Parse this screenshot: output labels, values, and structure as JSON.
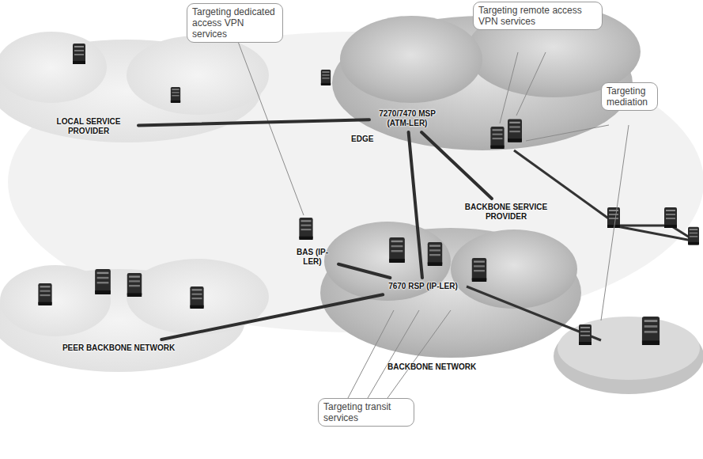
{
  "diagram": {
    "nodes": [
      {
        "text": [
          "LOCAL SERVICE PROVIDER"
        ]
      },
      {
        "text": [
          "7270/7470 MSP (ATM-LER)"
        ]
      },
      {
        "text": [
          "BACKBONE SERVICE PROVIDER"
        ]
      },
      {
        "text": [
          "BAS (IP-LER)"
        ]
      },
      {
        "text": [
          "7670 RSP (IP-LER)"
        ]
      },
      {
        "text": [
          "PEER BACKBONE NETWORK"
        ]
      }
    ],
    "edges": [
      {
        "from": 0,
        "to": 1,
        "arrow": "none"
      },
      {
        "from": 1,
        "to": 2,
        "arrow": "none"
      },
      {
        "from": 1,
        "to": 4,
        "arrow": "none"
      },
      {
        "from": 3,
        "to": 4,
        "arrow": "none"
      },
      {
        "from": 5,
        "to": 4,
        "arrow": "none"
      }
    ],
    "labels": [
      "Targeting dedicated access VPN services",
      "Targeting remote access VPN services",
      "Targeting mediation",
      "EDGE",
      "BACKBONE NETWORK",
      "Targeting transit services"
    ]
  }
}
